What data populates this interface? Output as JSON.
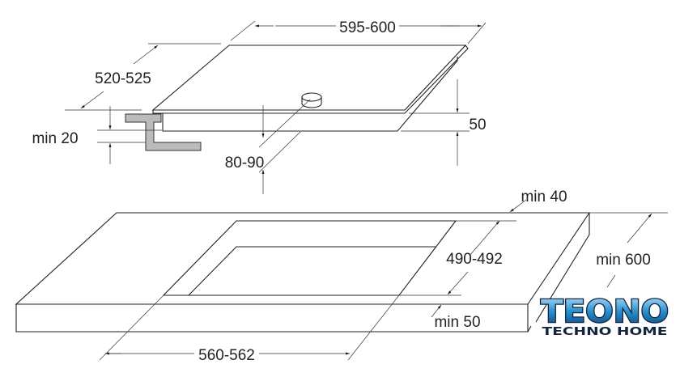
{
  "dimensions": {
    "hob_width": "595-600",
    "hob_depth": "520-525",
    "min_clearance_top": "min 20",
    "hob_height": "50",
    "rear_clearance": "80-90",
    "rear_margin": "min 40",
    "cutout_depth": "490-492",
    "worktop_depth": "min 600",
    "front_margin": "min 50",
    "cutout_width": "560-562"
  },
  "logo": {
    "brand": "TEONO",
    "tagline": "TECHNO HOME"
  },
  "colors": {
    "line": "#222222",
    "bracket": "#bbbbbb",
    "logo_blue": "#2a8fd0",
    "logo_dark": "#14253d"
  }
}
